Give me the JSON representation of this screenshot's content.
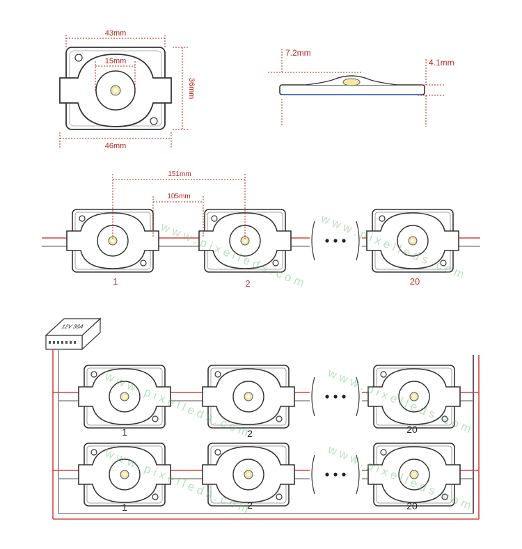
{
  "dimensions": {
    "top_width": "43mm",
    "led_diameter": "15mm",
    "height_side": "36mm",
    "bottom_width": "46mm",
    "profile_height": "7.2mm",
    "body_height": "4.1mm",
    "pitch_outer": "151mm",
    "pitch_inner": "105mm"
  },
  "labels": {
    "first": "1",
    "second": "2",
    "last": "20"
  },
  "power_supply": {
    "label": "12V  36A"
  },
  "watermark": "w w w . p i x e l l e d s . c o m",
  "colors": {
    "dimension": "#b3261e",
    "module_outline": "#333333",
    "wire_red": "#d64541",
    "wire_gray": "#8a8a8a"
  }
}
